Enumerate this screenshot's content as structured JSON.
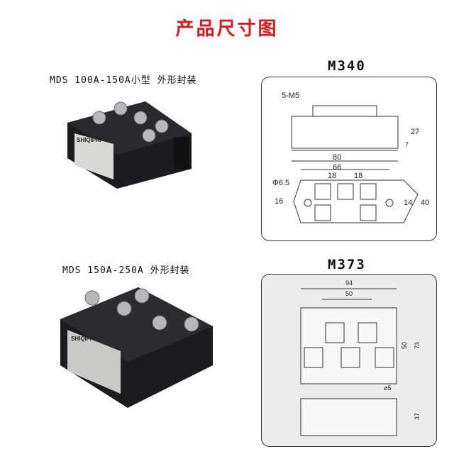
{
  "title": "产品尺寸图",
  "products": [
    {
      "caption": "MDS 100A-150A小型 外形封装",
      "model": "M340",
      "brand_label": "SHIQIPAI",
      "dims": {
        "screw": "5-M5",
        "height": "27",
        "base": "7",
        "length": "80",
        "hole_pitch": "66",
        "pitch_a": "18",
        "pitch_b": "18",
        "hole_dia": "Φ6.5",
        "hole_offset": "16",
        "mount_width": "14",
        "width": "40"
      }
    },
    {
      "caption": "MDS 150A-250A 外形封装",
      "model": "M373",
      "brand_label": "SHIQIPAI",
      "dims": {
        "length": "94",
        "slot_pitch": "50",
        "terminal_span": "50",
        "width": "73",
        "hole_dia": "ø5",
        "height": "37"
      }
    }
  ]
}
